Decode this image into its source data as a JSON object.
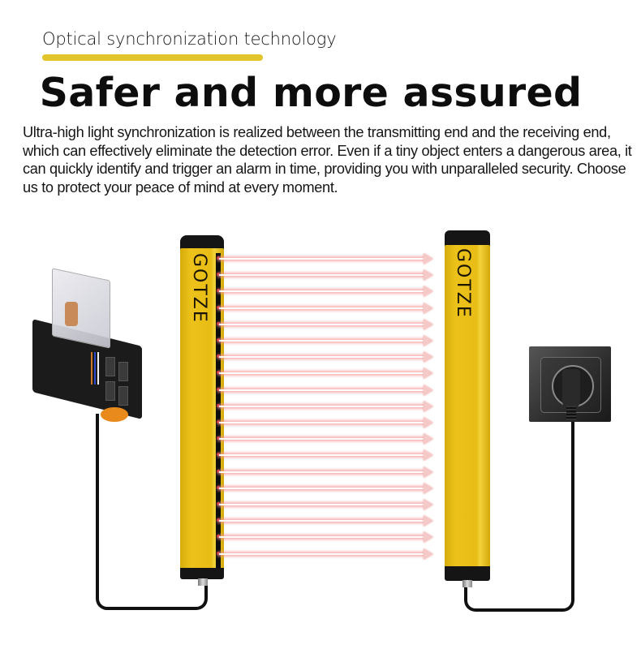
{
  "header": {
    "eyebrow": "Optical synchronization technology",
    "accent_color": "#e2c52a",
    "headline": "Safer and more assured",
    "description": "Ultra-high light synchronization is realized between the transmitting end and the receiving end, which can effectively eliminate the detection error. Even if a tiny object enters a dangerous area, it can quickly identify and trigger an alarm in time, providing you with unparalleled security. Choose us to protect your peace of mind at every moment."
  },
  "illustration": {
    "transmitter": {
      "brand": "GOTZE",
      "color": "#e7bd16"
    },
    "receiver": {
      "brand": "GOTZE",
      "color": "#e7bd16"
    },
    "beam_count": 19,
    "beam_color": "#f4a0a0",
    "relay": {
      "icon": "relay-icon"
    },
    "power_socket": {
      "icon": "power-socket-icon"
    }
  }
}
